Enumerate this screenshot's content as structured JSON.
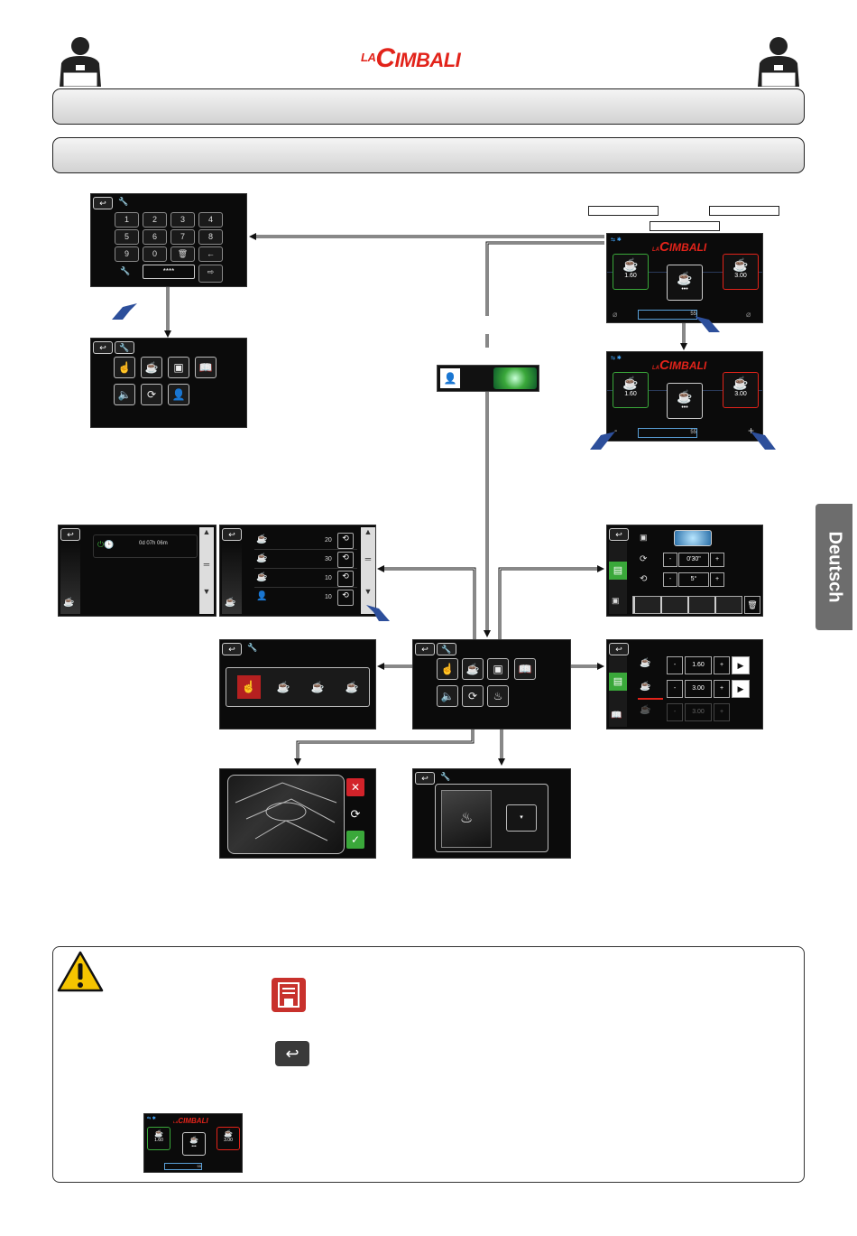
{
  "header": {
    "logo_la": "LA",
    "logo_c": "C",
    "logo_rest": "IMBALI"
  },
  "side_tab": "Deutsch",
  "keypad": {
    "keys": [
      "1",
      "2",
      "3",
      "4",
      "5",
      "6",
      "7",
      "8",
      "9",
      "0",
      "🗑",
      "←"
    ],
    "password": "****"
  },
  "home_screen": {
    "logo_la": "LA",
    "logo_c": "C",
    "logo_rest": "IMBALI",
    "left_value": "1.60",
    "right_value": "3.00",
    "bar_value": "55"
  },
  "home_screen_2": {
    "left_value": "1.60",
    "right_value": "3.00",
    "bar_value": "55",
    "minus": "-",
    "plus": "+"
  },
  "counter_screen": {
    "time": "0d 07h 06m"
  },
  "list_screen": {
    "values": [
      "20",
      "30",
      "10",
      "10"
    ]
  },
  "rinse_screen": {
    "time": "0'30\"",
    "count": "5°",
    "minus": "-",
    "plus": "+"
  },
  "dose_screen": {
    "rows": [
      {
        "value": "1.60"
      },
      {
        "value": "3.00"
      },
      {
        "value": "3.00"
      }
    ],
    "minus": "-",
    "plus": "+"
  },
  "mini_home": {
    "left_value": "1.60",
    "right_value": "3.00",
    "bar_value": "55"
  },
  "colors": {
    "brand_red": "#e2231a",
    "green": "#3aa83a",
    "hand_blue": "#2d4f9b",
    "side_tab": "#6d6d6d",
    "warning_yellow": "#f5c400"
  }
}
